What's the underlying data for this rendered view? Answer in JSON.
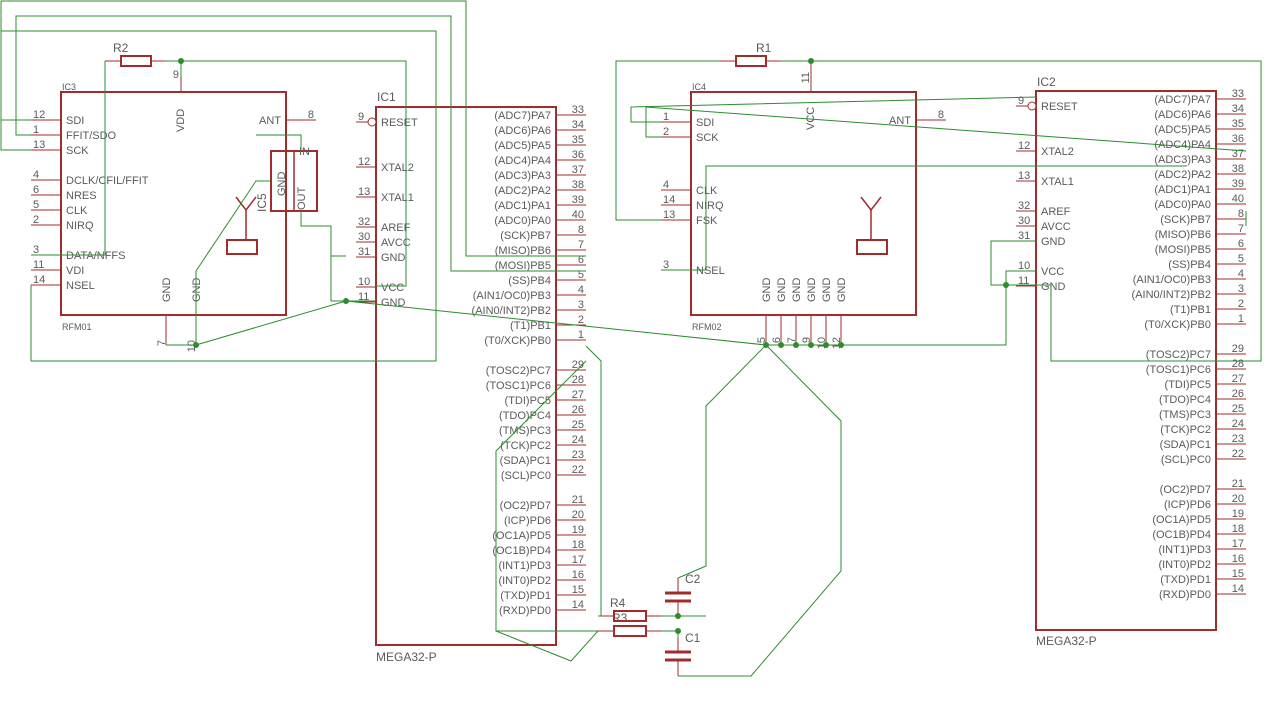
{
  "colors": {
    "body": "#a02c2c",
    "wire": "#2e8b2e",
    "text": "#5a5a5a",
    "background": "#ffffff"
  },
  "ic1": {
    "name": "IC1",
    "value": "MEGA32-P",
    "left_pins": [
      [
        "9",
        "RESET"
      ],
      [
        "12",
        "XTAL2"
      ],
      [
        "13",
        "XTAL1"
      ],
      [
        "32",
        "AREF"
      ],
      [
        "30",
        "AVCC"
      ],
      [
        "31",
        "GND"
      ],
      [
        "10",
        "VCC"
      ],
      [
        "11",
        "GND"
      ]
    ],
    "right_pins": [
      [
        "33",
        "(ADC7)PA7"
      ],
      [
        "34",
        "(ADC6)PA6"
      ],
      [
        "35",
        "(ADC5)PA5"
      ],
      [
        "36",
        "(ADC4)PA4"
      ],
      [
        "37",
        "(ADC3)PA3"
      ],
      [
        "38",
        "(ADC2)PA2"
      ],
      [
        "39",
        "(ADC1)PA1"
      ],
      [
        "40",
        "(ADC0)PA0"
      ],
      [
        "8",
        "(SCK)PB7"
      ],
      [
        "7",
        "(MISO)PB6"
      ],
      [
        "6",
        "(MOSI)PB5"
      ],
      [
        "5",
        "(SS)PB4"
      ],
      [
        "4",
        "(AIN1/OC0)PB3"
      ],
      [
        "3",
        "(AIN0/INT2)PB2"
      ],
      [
        "2",
        "(T1)PB1"
      ],
      [
        "1",
        "(T0/XCK)PB0"
      ],
      [
        "29",
        "(TOSC2)PC7"
      ],
      [
        "28",
        "(TOSC1)PC6"
      ],
      [
        "27",
        "(TDI)PC5"
      ],
      [
        "26",
        "(TDO)PC4"
      ],
      [
        "25",
        "(TMS)PC3"
      ],
      [
        "24",
        "(TCK)PC2"
      ],
      [
        "23",
        "(SDA)PC1"
      ],
      [
        "22",
        "(SCL)PC0"
      ],
      [
        "21",
        "(OC2)PD7"
      ],
      [
        "20",
        "(ICP)PD6"
      ],
      [
        "19",
        "(OC1A)PD5"
      ],
      [
        "18",
        "(OC1B)PD4"
      ],
      [
        "17",
        "(INT1)PD3"
      ],
      [
        "16",
        "(INT0)PD2"
      ],
      [
        "15",
        "(TXD)PD1"
      ],
      [
        "14",
        "(RXD)PD0"
      ]
    ]
  },
  "ic2": {
    "name": "IC2",
    "value": "MEGA32-P"
  },
  "ic3": {
    "name": "IC3",
    "value": "RFM01",
    "left_pins": [
      [
        "12",
        "SDI"
      ],
      [
        "1",
        "FFIT/SDO"
      ],
      [
        "13",
        "SCK"
      ],
      [
        "4",
        "DCLK/CFIL/FFIT"
      ],
      [
        "6",
        "NRES"
      ],
      [
        "5",
        "CLK"
      ],
      [
        "2",
        "NIRQ"
      ],
      [
        "3",
        "DATA/NFFS"
      ],
      [
        "11",
        "VDI"
      ],
      [
        "14",
        "NSEL"
      ]
    ],
    "vdd_pin": [
      "9",
      "VDD"
    ],
    "ant_pin": [
      "8",
      "ANT"
    ],
    "gnd_pins": [
      [
        "7",
        "GND"
      ],
      [
        "10",
        "GND"
      ]
    ]
  },
  "ic4": {
    "name": "IC4",
    "value": "RFM02",
    "left_pins": [
      [
        "1",
        "SDI"
      ],
      [
        "2",
        "SCK"
      ],
      [
        "4",
        "CLK"
      ],
      [
        "14",
        "NIRQ"
      ],
      [
        "13",
        "FSK"
      ],
      [
        "3",
        "NSEL"
      ]
    ],
    "vcc_pin": [
      "11",
      "VCC"
    ],
    "ant_pin": [
      "8",
      "ANT"
    ],
    "gnd_pins": [
      [
        "5",
        "GND"
      ],
      [
        "6",
        "GND"
      ],
      [
        "7",
        "GND"
      ],
      [
        "9",
        "GND"
      ],
      [
        "10",
        "GND"
      ],
      [
        "12",
        "GND"
      ]
    ]
  },
  "ic5": {
    "name": "IC5",
    "pins": [
      "GND",
      "OUT",
      "IN"
    ]
  },
  "r1": "R1",
  "r2": "R2",
  "r3": "R3",
  "r4": "R4",
  "c1": "C1",
  "c2": "C2"
}
